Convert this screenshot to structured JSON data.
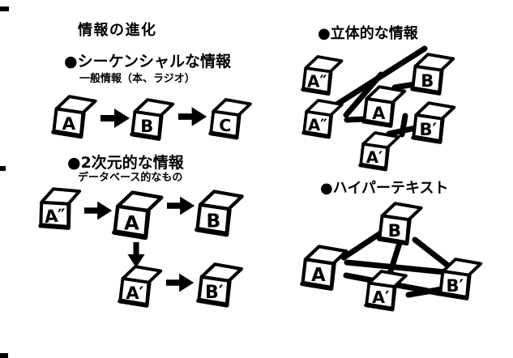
{
  "colors": {
    "ink": "#000000",
    "paper": "#ffffff"
  },
  "title": "情報の進化",
  "panels": [
    {
      "id": "sequential",
      "heading": "●シーケンシャルな情報",
      "subheading": "一般情報（本、ラジオ）",
      "cubes": [
        "A",
        "B",
        "C"
      ]
    },
    {
      "id": "two-dimensional",
      "heading": "●2次元的な情報",
      "subheading": "データベース的なもの",
      "cubes": [
        "A″",
        "A",
        "B",
        "A′",
        "B′"
      ]
    },
    {
      "id": "solid",
      "heading": "●立体的な情報",
      "cubes": [
        "A″",
        "B",
        "A″",
        "A",
        "B′",
        "A′"
      ]
    },
    {
      "id": "hypertext",
      "heading": "●ハイパーテキスト",
      "cubes": [
        "B",
        "A",
        "A′",
        "B′"
      ]
    }
  ]
}
